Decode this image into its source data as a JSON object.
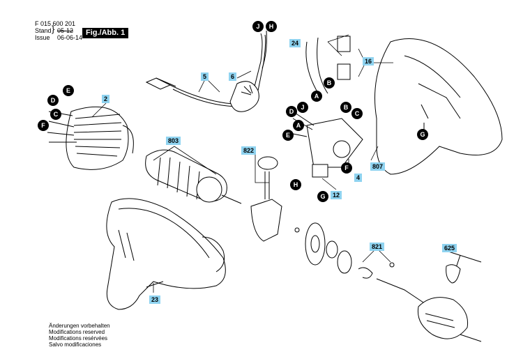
{
  "header": {
    "doc_number": "F 015 600 201",
    "stand_label": "Stand",
    "issue_label": "Issue",
    "stand_value": "05-12",
    "issue_value": "06-06-14",
    "figure_label": "Fig./Abb. 1"
  },
  "part_numbers": [
    "2",
    "5",
    "6",
    "24",
    "16",
    "803",
    "822",
    "807",
    "4",
    "12",
    "821",
    "625",
    "23"
  ],
  "connectors": [
    "J",
    "H",
    "E",
    "D",
    "C",
    "F",
    "A",
    "B",
    "D",
    "J",
    "B",
    "C",
    "E",
    "A",
    "G",
    "F",
    "H",
    "G"
  ],
  "footer": {
    "lines": [
      "Änderungen vorbehalten",
      "Modifications reserved",
      "Modifications resérvées",
      "Salvo modificaciones"
    ]
  },
  "colors": {
    "callout_fill": "#8fd3f0",
    "connector_fill": "#000000",
    "line": "#000000"
  }
}
